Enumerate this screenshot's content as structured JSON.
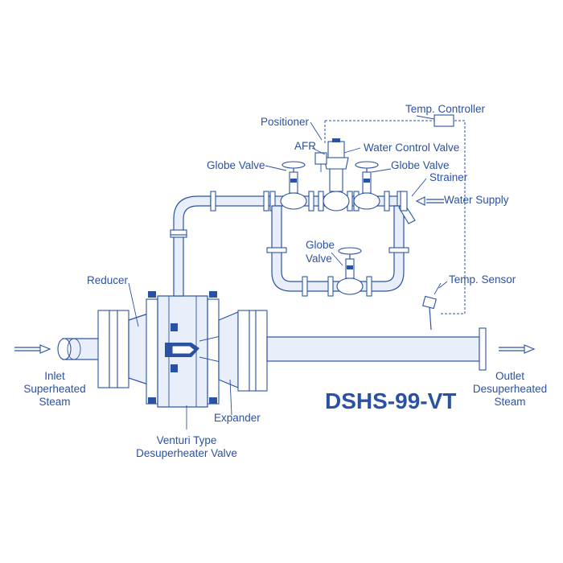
{
  "diagram": {
    "title": "DSHS-99-VT",
    "labels": {
      "temp_controller": "Temp. Controller",
      "positioner": "Positioner",
      "afr": "AFR",
      "water_control_valve": "Water Control Valve",
      "globe_valve_left": "Globe Valve",
      "globe_valve_right": "Globe Valve",
      "strainer": "Strainer",
      "water_supply": "Water Supply",
      "globe_valve_bottom_1": "Globe",
      "globe_valve_bottom_2": "Valve",
      "temp_sensor": "Temp. Sensor",
      "reducer": "Reducer",
      "inlet_1": "Inlet",
      "inlet_2": "Superheated",
      "inlet_3": "Steam",
      "outlet_1": "Outlet",
      "outlet_2": "Desuperheated",
      "outlet_3": "Steam",
      "expander": "Expander",
      "venturi_1": "Venturi Type",
      "venturi_2": "Desuperheater Valve"
    },
    "colors": {
      "ink": "#2a52a4",
      "pipe_fill": "#e8eefa",
      "background": "#ffffff"
    }
  }
}
